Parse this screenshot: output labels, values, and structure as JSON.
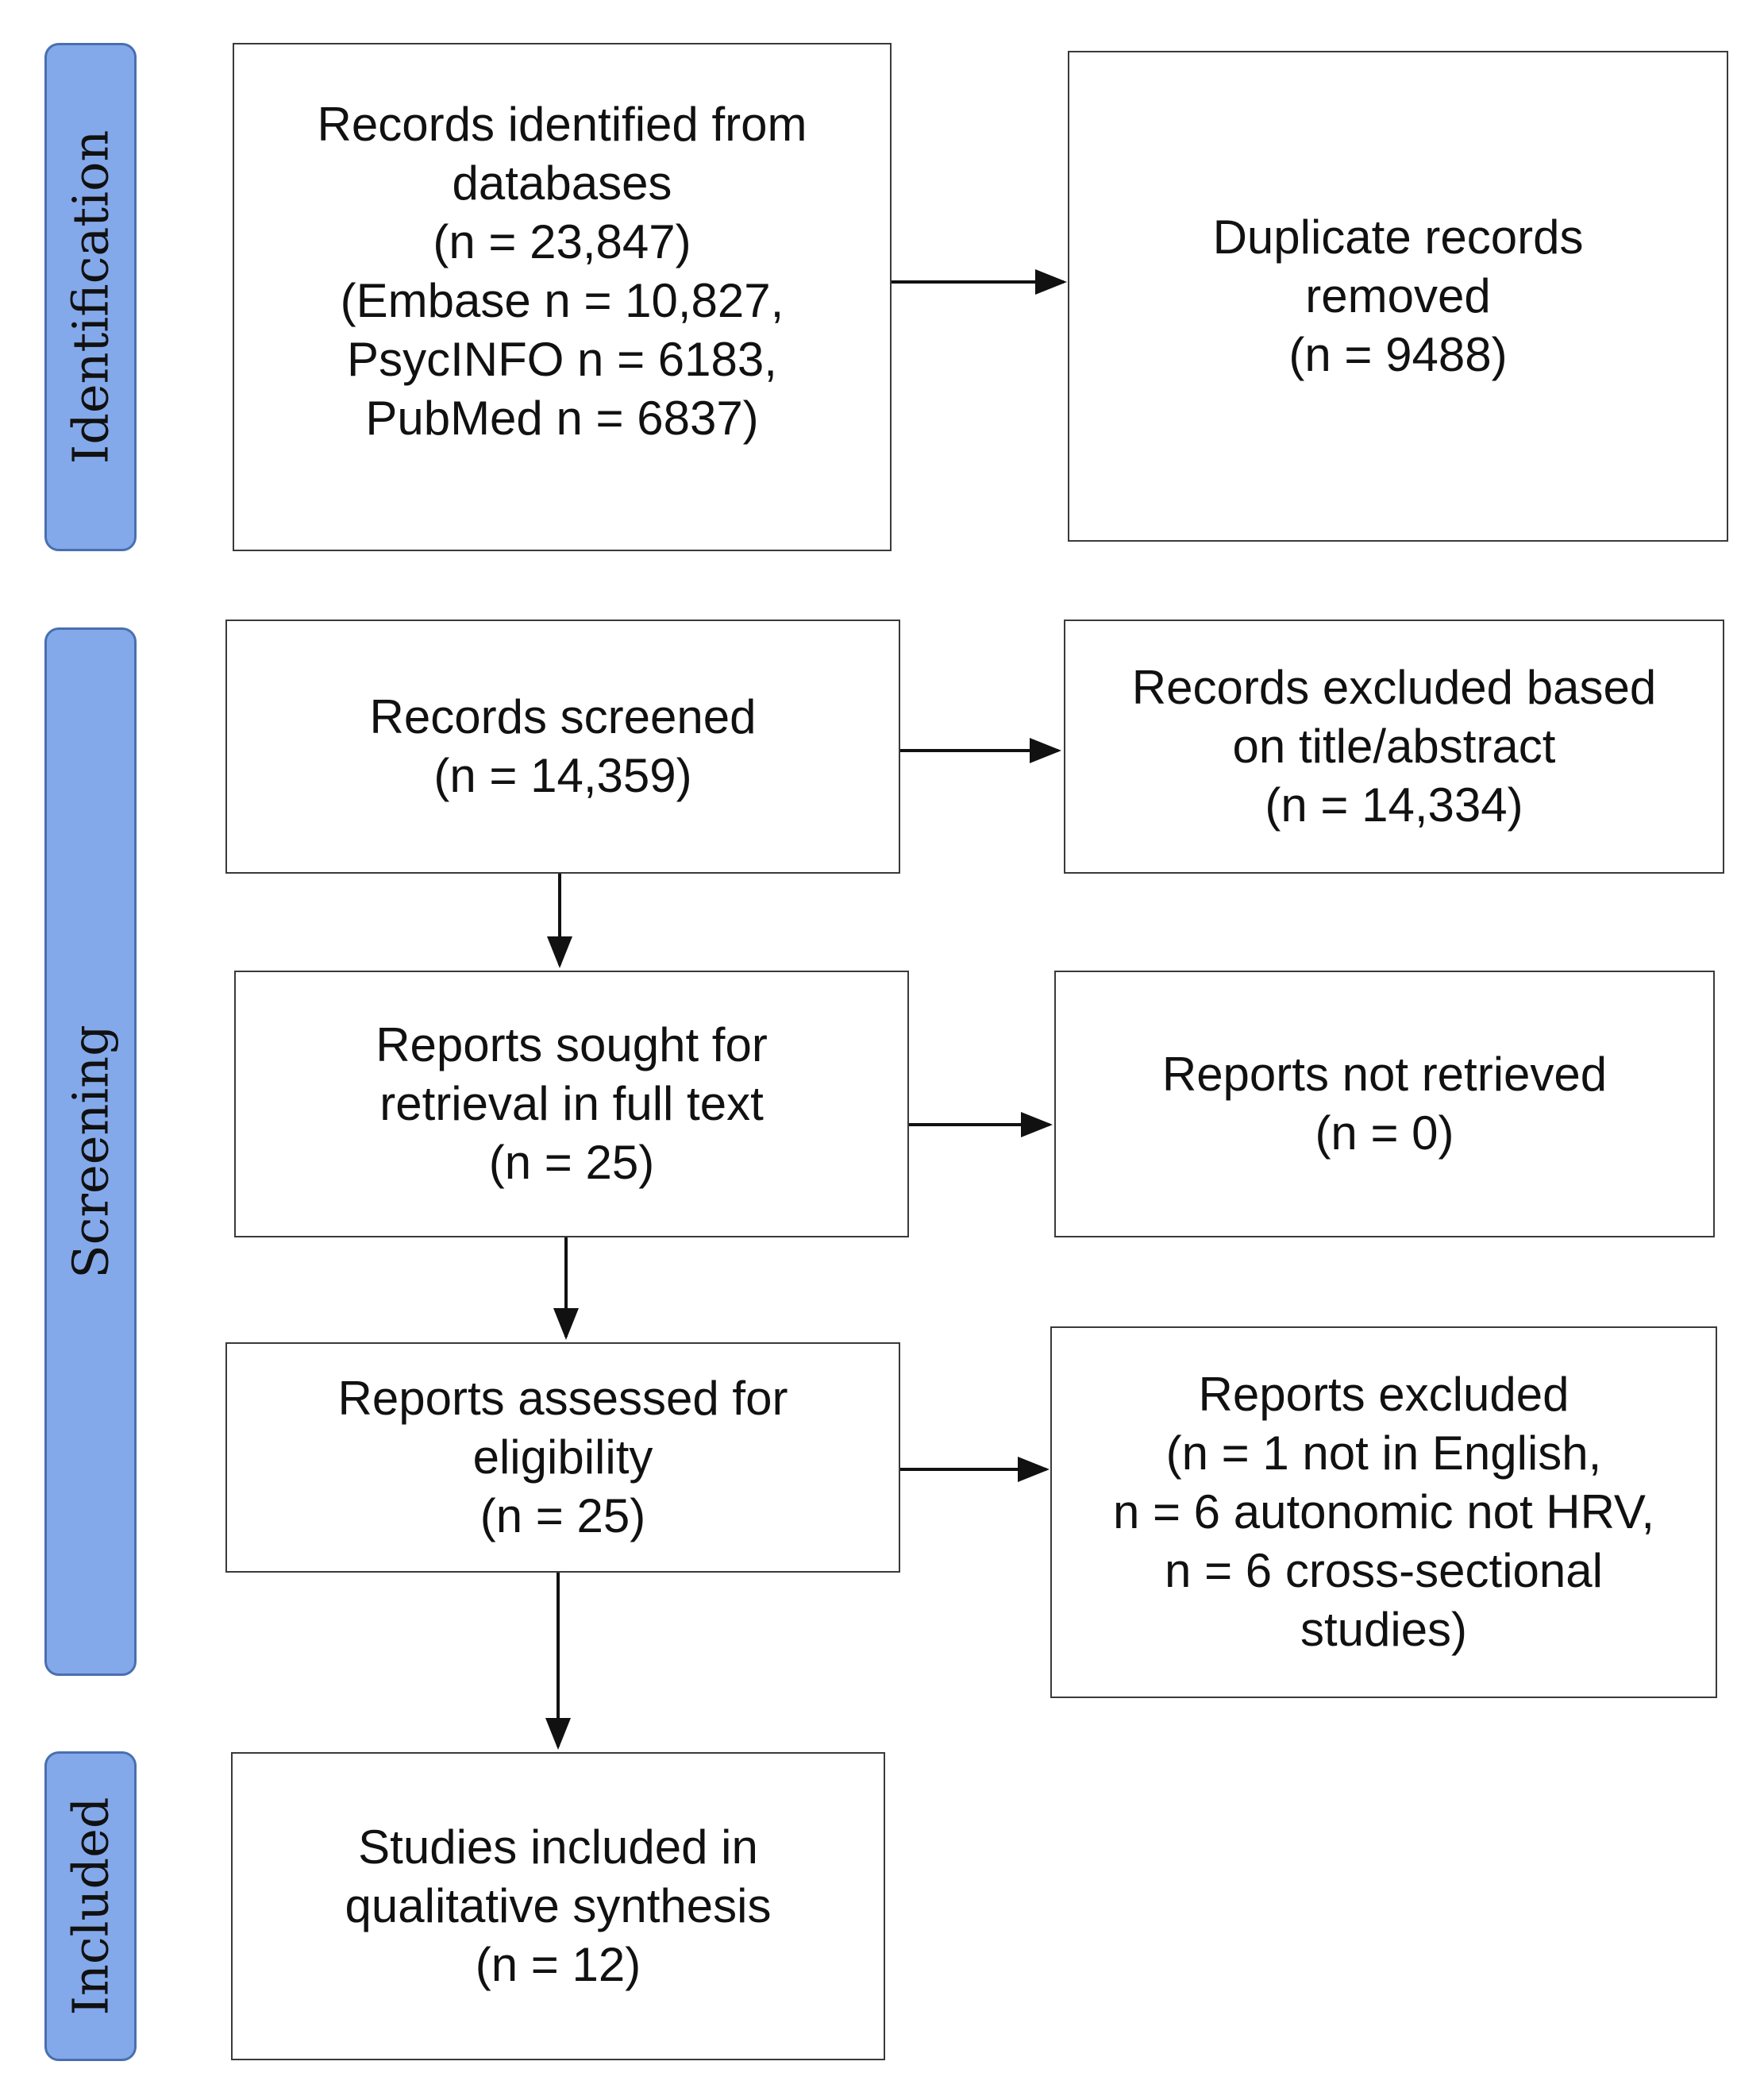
{
  "phases": [
    {
      "label": "Identification"
    },
    {
      "label": "Screening"
    },
    {
      "label": "Included"
    }
  ],
  "boxes": {
    "records_identified": {
      "lines": [
        "Records identified from",
        "databases",
        "(n = 23,847)",
        "(Embase n = 10,827,",
        "PsycINFO n = 6183,",
        "PubMed n = 6837)"
      ]
    },
    "duplicates_removed": {
      "lines": [
        "Duplicate records",
        "removed",
        "(n = 9488)"
      ]
    },
    "records_screened": {
      "lines": [
        "Records screened",
        "(n = 14,359)"
      ]
    },
    "records_excluded": {
      "lines": [
        "Records excluded based",
        "on title/abstract",
        "(n = 14,334)"
      ]
    },
    "reports_sought": {
      "lines": [
        "Reports sought for",
        "retrieval in full text",
        "(n = 25)"
      ]
    },
    "reports_not_retrieved": {
      "lines": [
        "Reports not retrieved",
        "(n = 0)"
      ]
    },
    "reports_assessed": {
      "lines": [
        "Reports assessed for",
        "eligibility",
        "(n = 25)"
      ]
    },
    "reports_excluded": {
      "lines": [
        "Reports excluded",
        "(n = 1 not in English,",
        "n = 6 autonomic not HRV,",
        "n = 6 cross-sectional",
        "studies)"
      ]
    },
    "studies_included": {
      "lines": [
        "Studies included in",
        "qualitative synthesis",
        "(n = 12)"
      ]
    }
  },
  "colors": {
    "phase_fill": "#84a9ea",
    "phase_border": "#4a6fb0",
    "box_border": "#3a3a3a",
    "arrow": "#111111"
  }
}
